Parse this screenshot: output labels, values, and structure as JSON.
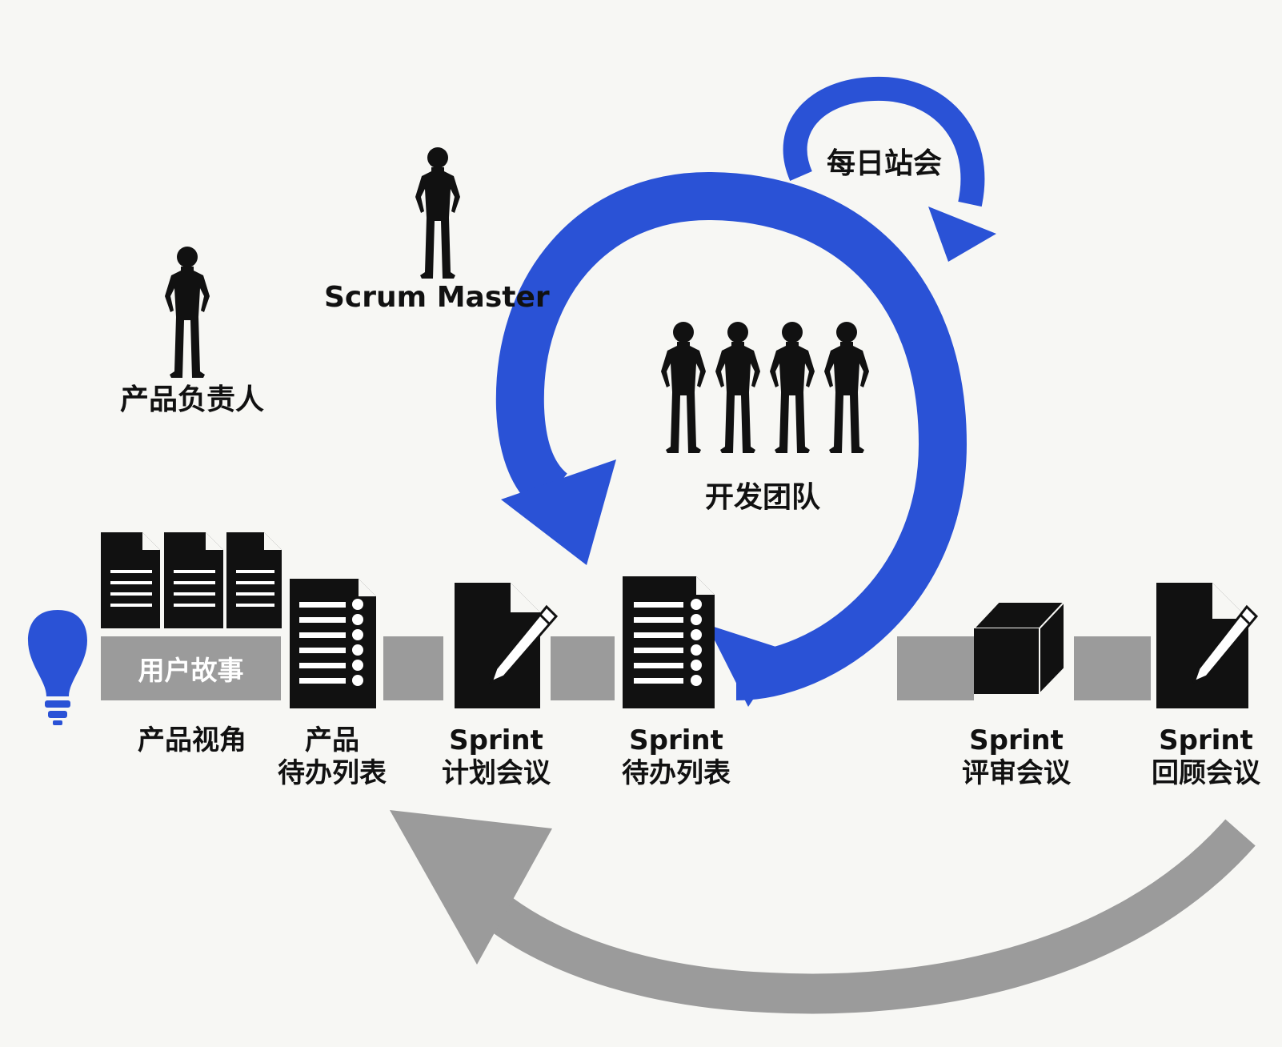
{
  "colors": {
    "blue": "#2a52d6",
    "gray": "#9b9b9b",
    "black": "#111111",
    "background": "#f7f7f4"
  },
  "roles": {
    "product_owner": "产品负责人",
    "scrum_master": "Scrum Master",
    "dev_team": "开发团队"
  },
  "cycles": {
    "daily_standup": "每日站会"
  },
  "artifacts": {
    "user_stories": "用户故事",
    "product_vision": "产品视角",
    "product_backlog": {
      "line1": "产品",
      "line2": "待办列表"
    },
    "sprint_planning": {
      "line1": "Sprint",
      "line2": "计划会议"
    },
    "sprint_backlog": {
      "line1": "Sprint",
      "line2": "待办列表"
    },
    "sprint_review": {
      "line1": "Sprint",
      "line2": "评审会议"
    },
    "sprint_retrospective": {
      "line1": "Sprint",
      "line2": "回顾会议"
    }
  },
  "icons": [
    "lightbulb-icon",
    "document-icon",
    "checklist-icon",
    "edit-document-icon",
    "cube-icon",
    "person-icon"
  ]
}
